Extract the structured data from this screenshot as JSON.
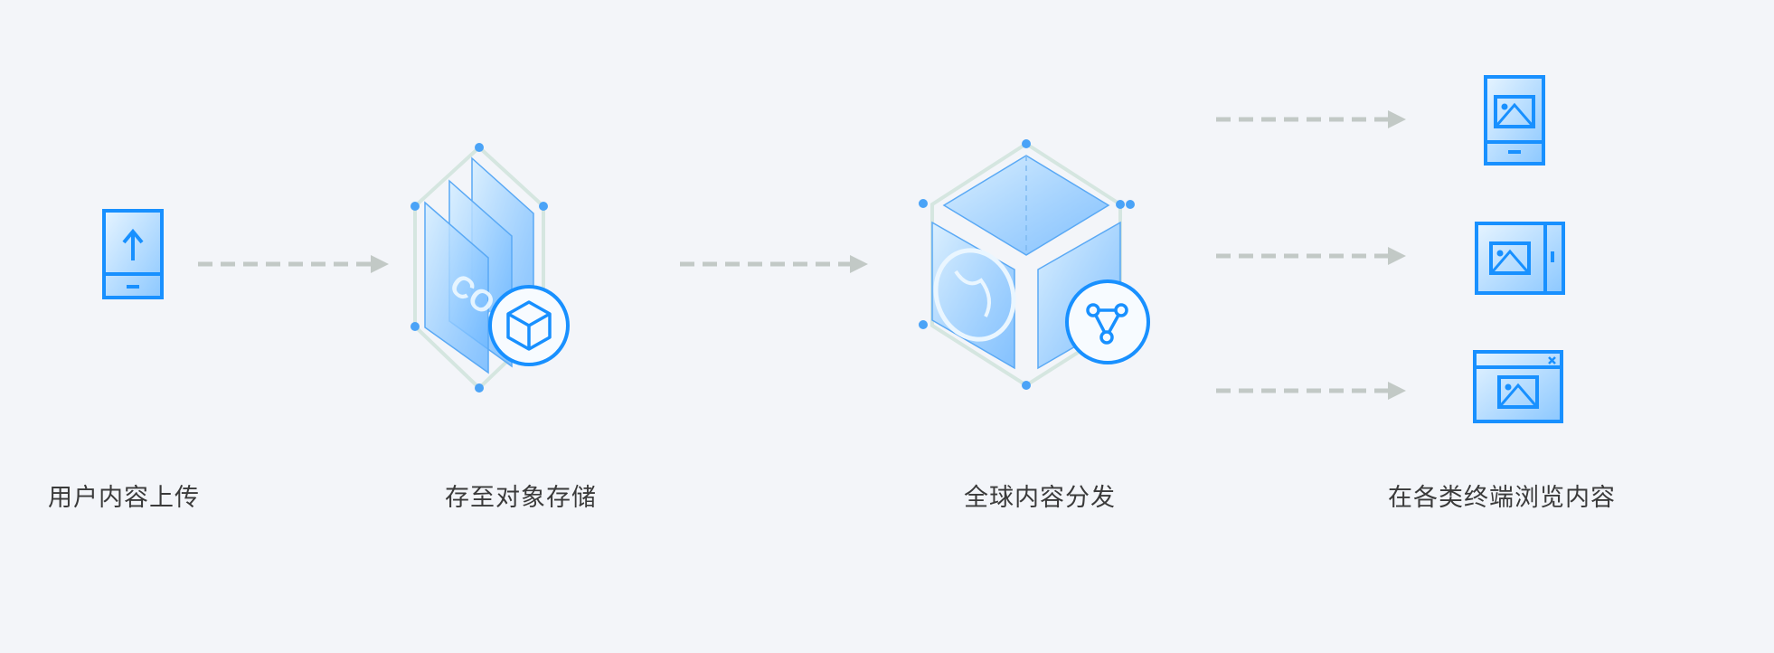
{
  "steps": [
    {
      "label": "用户内容上传",
      "icon": "phone-upload-icon"
    },
    {
      "label": "存至对象存储",
      "icon": "cos-storage-icon",
      "logo_text": "COS"
    },
    {
      "label": "全球内容分发",
      "icon": "cdn-cube-icon"
    },
    {
      "label": "在各类终端浏览内容",
      "icon": "devices-icon"
    }
  ],
  "colors": {
    "accent": "#1890ff",
    "arrow": "#c2c9c6",
    "background": "#f3f5f9",
    "text": "#3a3a3a"
  }
}
